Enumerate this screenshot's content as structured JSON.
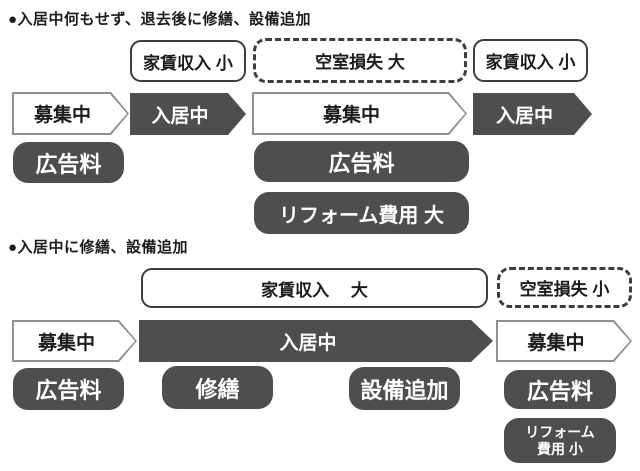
{
  "colors": {
    "dark_fill": "#4e4e4e",
    "arrow_outline": "#8f8f8f",
    "box_border": "#3d3d3d",
    "text": "#1c1c1c"
  },
  "section1": {
    "title": "●入居中何もせず、退去後に修繕、設備追加",
    "labels": [
      {
        "text": "家賃収入 小"
      },
      {
        "text": "空室損失 大"
      },
      {
        "text": "家賃収入 小"
      }
    ],
    "timeline": [
      {
        "text": "募集中"
      },
      {
        "text": "入居中"
      },
      {
        "text": "募集中"
      },
      {
        "text": "入居中"
      }
    ],
    "costs": [
      {
        "text": "広告料"
      },
      {
        "text": "広告料"
      },
      {
        "text": "リフォーム費用 大"
      }
    ]
  },
  "section2": {
    "title": "●入居中に修繕、設備追加",
    "labels": [
      {
        "text": "家賃収入　 大"
      },
      {
        "text": "空室損失 小"
      }
    ],
    "timeline": [
      {
        "text": "募集中"
      },
      {
        "text": "入居中"
      },
      {
        "text": "募集中"
      }
    ],
    "costs": [
      {
        "text": "広告料"
      },
      {
        "text": "修繕"
      },
      {
        "text": "設備追加"
      },
      {
        "text": "広告料"
      },
      {
        "line1": "リフォーム",
        "line2": "費用 小"
      }
    ]
  }
}
